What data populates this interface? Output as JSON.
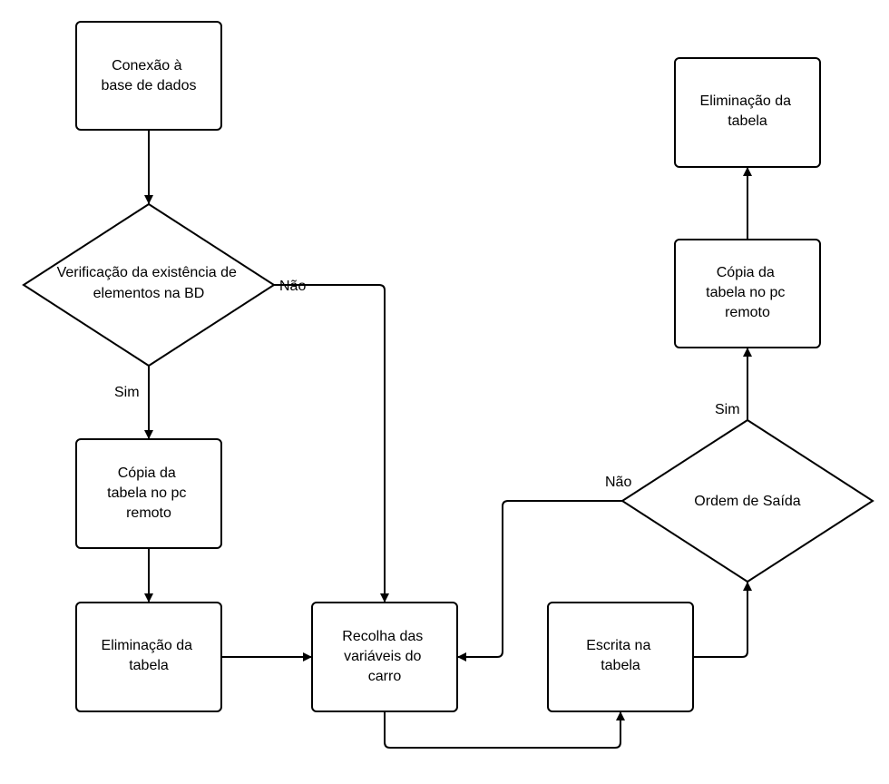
{
  "colors": {
    "stroke": "#000000",
    "fill": "#ffffff",
    "text": "#000000"
  },
  "nodes": {
    "connect_db": {
      "lines": [
        "Conexão à",
        "base de dados"
      ]
    },
    "check_elements": {
      "lines": [
        "Verificação da existência de",
        "elementos na BD"
      ]
    },
    "copy_table_left": {
      "lines": [
        "Cópia da",
        "tabela no pc",
        "remoto"
      ]
    },
    "delete_table_left": {
      "lines": [
        "Eliminação da",
        "tabela"
      ]
    },
    "collect_vars": {
      "lines": [
        "Recolha das",
        "variáveis do",
        "carro"
      ]
    },
    "write_table": {
      "lines": [
        "Escrita na",
        "tabela"
      ]
    },
    "exit_order": {
      "lines": [
        "Ordem de Saída"
      ]
    },
    "copy_table_right": {
      "lines": [
        "Cópia da",
        "tabela no pc",
        "remoto"
      ]
    },
    "delete_table_right": {
      "lines": [
        "Eliminação da",
        "tabela"
      ]
    }
  },
  "edge_labels": {
    "check_no": "Não",
    "check_yes": "Sim",
    "exit_no": "Não",
    "exit_yes": "Sim"
  }
}
